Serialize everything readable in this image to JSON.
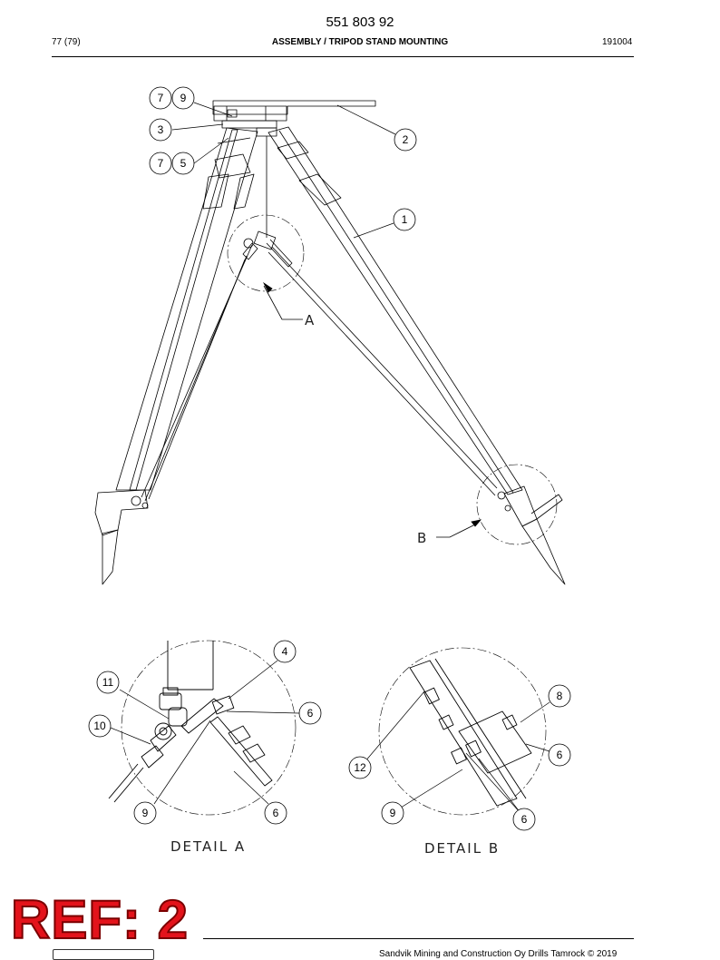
{
  "header": {
    "doc_number": "551 803 92",
    "page": "77 (79)",
    "title": "ASSEMBLY / TRIPOD STAND MOUNTING",
    "date": "191004"
  },
  "main_view": {
    "callouts": [
      "7",
      "9",
      "3",
      "7",
      "5",
      "2",
      "1"
    ],
    "detail_markers": [
      "A",
      "B"
    ]
  },
  "detail_a": {
    "caption": "DETAIL A",
    "callouts": [
      "4",
      "11",
      "6",
      "10",
      "9",
      "6"
    ]
  },
  "detail_b": {
    "caption": "DETAIL B",
    "callouts": [
      "8",
      "6",
      "12",
      "9",
      "6"
    ]
  },
  "footer": {
    "stamp": "REF: 2",
    "text": "Sandvik Mining and Construction Oy Drills Tamrock © 2019"
  }
}
